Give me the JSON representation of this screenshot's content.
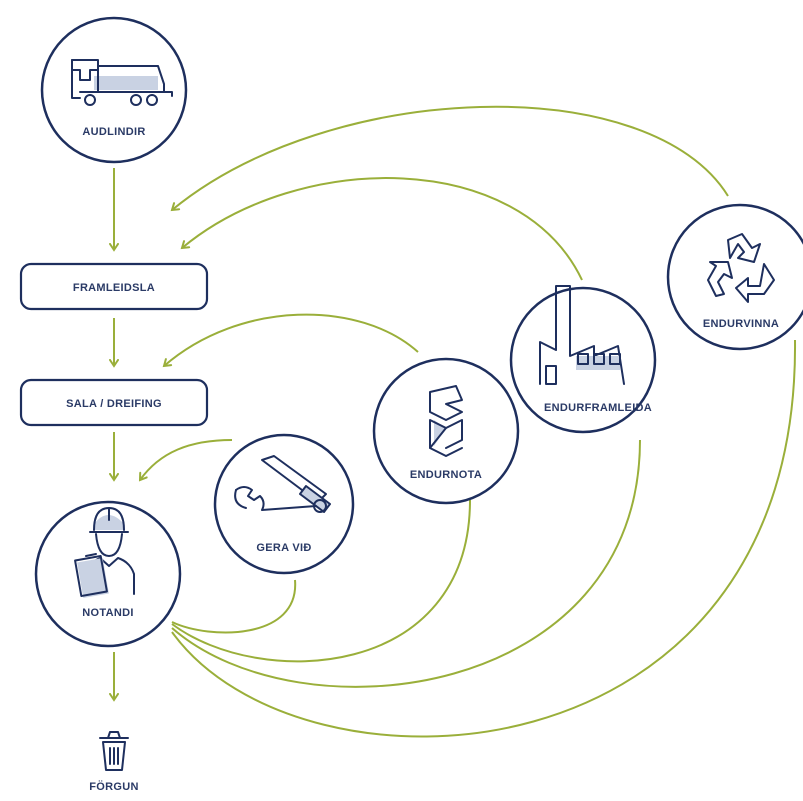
{
  "nodes": {
    "audlindir": "AUDLINDIR",
    "framleidsla": "FRAMLEIDSLA",
    "sala": "SALA / DREIFING",
    "notandi": "NOTANDI",
    "forgun": "FÖRGUN",
    "gera_vid": "GERA VIÐ",
    "endurnota": "ENDURNOTA",
    "endurframleida": "ENDURFRAMLEIDA",
    "endurvinna": "ENDURVINNA"
  },
  "icons": {
    "audlindir": "truck-icon",
    "gera_vid": "tools-icon",
    "endurnota": "reuse-icon",
    "endurframleida": "factory-icon",
    "endurvinna": "recycle-icon",
    "notandi": "worker-icon",
    "forgun": "trash-icon"
  },
  "colors": {
    "outline": "#1e2f5e",
    "flow": "#9aaf3a"
  }
}
